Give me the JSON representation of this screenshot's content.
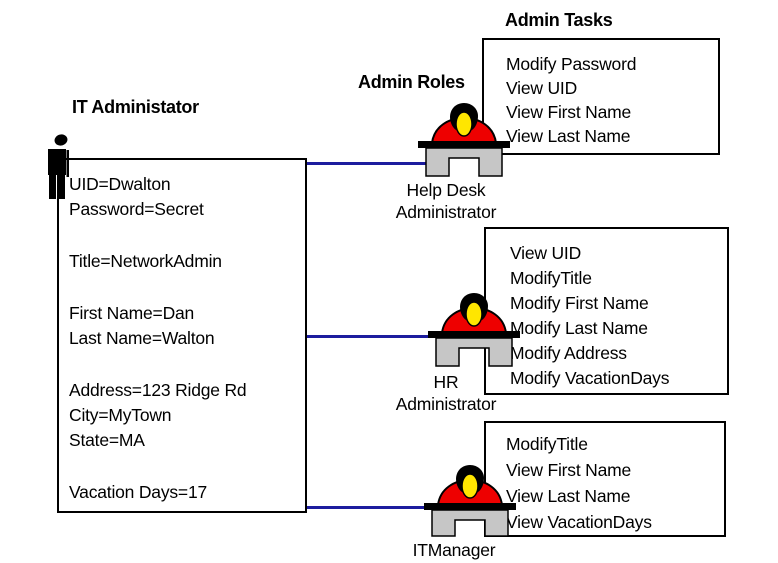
{
  "headings": {
    "admin_tasks": "Admin Tasks",
    "admin_roles": "Admin Roles",
    "it_administator": "IT Administator"
  },
  "attributes": [
    "UID=Dwalton",
    "Password=Secret",
    "Title=NetworkAdmin",
    "First Name=Dan",
    "Last Name=Walton",
    "Address=123 Ridge Rd",
    "City=MyTown",
    "State=MA",
    "Vacation Days=17"
  ],
  "roles": [
    {
      "name_line1": "Help Desk",
      "name_line2": "Administrator",
      "tasks": [
        "Modify Password",
        "View UID",
        "View First Name",
        "View Last Name"
      ]
    },
    {
      "name_line1": "HR",
      "name_line2": "Administrator",
      "tasks": [
        "View UID",
        "ModifyTitle",
        "Modify First Name",
        "Modify Last Name",
        "Modify Address",
        "Modify VacationDays"
      ]
    },
    {
      "name_line1": "ITManager",
      "name_line2": "",
      "tasks": [
        "ModifyTitle",
        "View First Name",
        "View Last Name",
        "View VacationDays"
      ]
    }
  ],
  "icons": {
    "left_figure": "person-silhouette-icon",
    "role_figure": "person-at-desk-icon"
  },
  "colors": {
    "connector_line": "#1c1c9e",
    "shirt_red": "#ee0000",
    "face_yellow": "#ffe600",
    "hair_black": "#000000",
    "desk_gray": "#c6c6c6",
    "box_border": "#000000"
  }
}
